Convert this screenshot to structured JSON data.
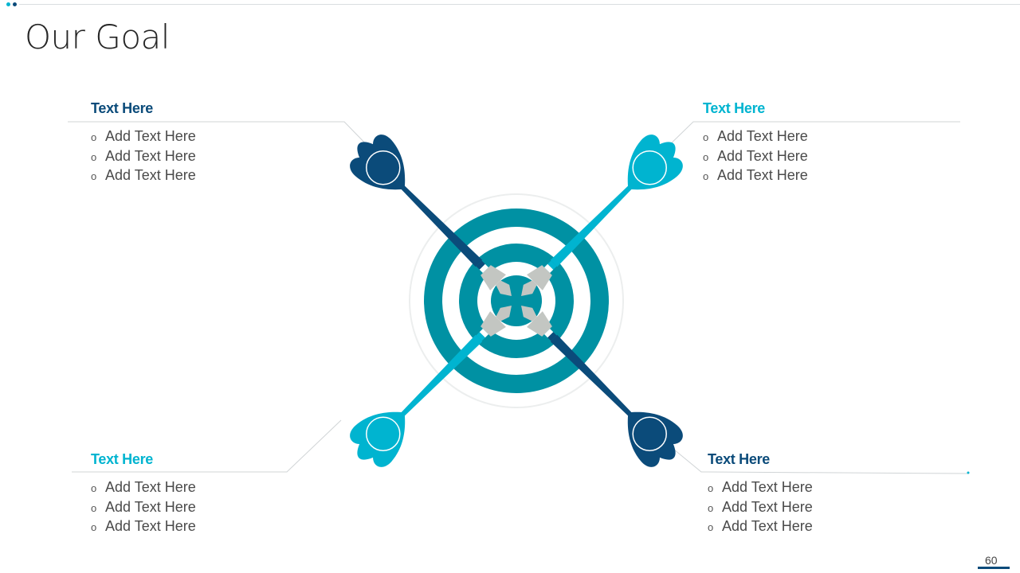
{
  "slide": {
    "title": "Our Goal",
    "page_number": "60"
  },
  "colors": {
    "navy": "#0b4b7a",
    "teal": "#0091a3",
    "cyan": "#00b4d0",
    "grey": "#c3c6c2"
  },
  "blocks": [
    {
      "heading": "Text Here",
      "items": [
        "Add Text Here",
        "Add Text Here",
        "Add Text Here"
      ]
    },
    {
      "heading": "Text Here",
      "items": [
        "Add Text Here",
        "Add Text Here",
        "Add Text Here"
      ]
    },
    {
      "heading": "Text Here",
      "items": [
        "Add Text Here",
        "Add Text Here",
        "Add Text Here"
      ]
    },
    {
      "heading": "Text Here",
      "items": [
        "Add Text Here",
        "Add Text Here",
        "Add Text Here"
      ]
    }
  ]
}
